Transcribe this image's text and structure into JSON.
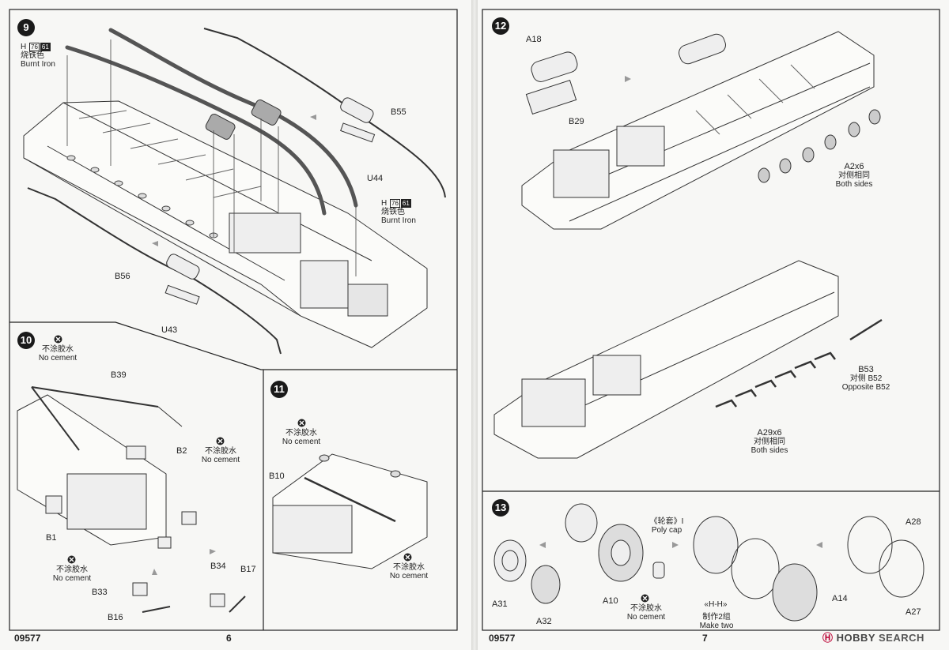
{
  "pages": {
    "left": {
      "number": "6",
      "code": "09577"
    },
    "right": {
      "number": "7",
      "code": "09577"
    }
  },
  "steps": {
    "s9": {
      "num": "9",
      "paint1": {
        "code": "H",
        "c1": "76",
        "c2": "61",
        "cn": "烧铁色",
        "en": "Burnt Iron"
      },
      "paint2": {
        "code": "H",
        "c1": "76",
        "c2": "61",
        "cn": "烧铁色",
        "en": "Burnt Iron"
      },
      "parts": [
        "B55",
        "U44",
        "B56",
        "U43"
      ]
    },
    "s10": {
      "num": "10",
      "notes": [
        {
          "cn": "不涂胶水",
          "en": "No cement"
        },
        {
          "cn": "不涂胶水",
          "en": "No cement"
        },
        {
          "cn": "不涂胶水",
          "en": "No cement"
        }
      ],
      "parts": [
        "B39",
        "B2",
        "B1",
        "B34",
        "B17",
        "B33",
        "B16"
      ]
    },
    "s11": {
      "num": "11",
      "notes": [
        {
          "cn": "不涂胶水",
          "en": "No cement"
        },
        {
          "cn": "不涂胶水",
          "en": "No cement"
        }
      ],
      "parts": [
        "B10"
      ]
    },
    "s12": {
      "num": "12",
      "parts": [
        "A18",
        "B29"
      ],
      "callout1": {
        "part": "A2x6",
        "cn": "对侧相同",
        "en": "Both sides"
      },
      "callout2": {
        "part": "B53",
        "cn": "对侧 B52",
        "en": "Opposite B52"
      },
      "callout3": {
        "part": "A29x6",
        "cn": "对侧相同",
        "en": "Both sides"
      }
    },
    "s13": {
      "num": "13",
      "parts": [
        "A28",
        "A31",
        "A32",
        "A10",
        "A14",
        "A27"
      ],
      "polycap": {
        "cn": "《轮套》I",
        "en": "Poly cap"
      },
      "note": {
        "cn": "不涂胶水",
        "en": "No cement"
      },
      "section": "«H-H»",
      "make": {
        "cn": "制作2组",
        "en": "Make two"
      }
    }
  },
  "watermark": {
    "mark": "Ⓗ",
    "brand": "HOBBY",
    "rest": " SEARCH"
  },
  "colors": {
    "ink": "#222222",
    "paper": "#f7f7f5",
    "pipe": "#555555"
  }
}
